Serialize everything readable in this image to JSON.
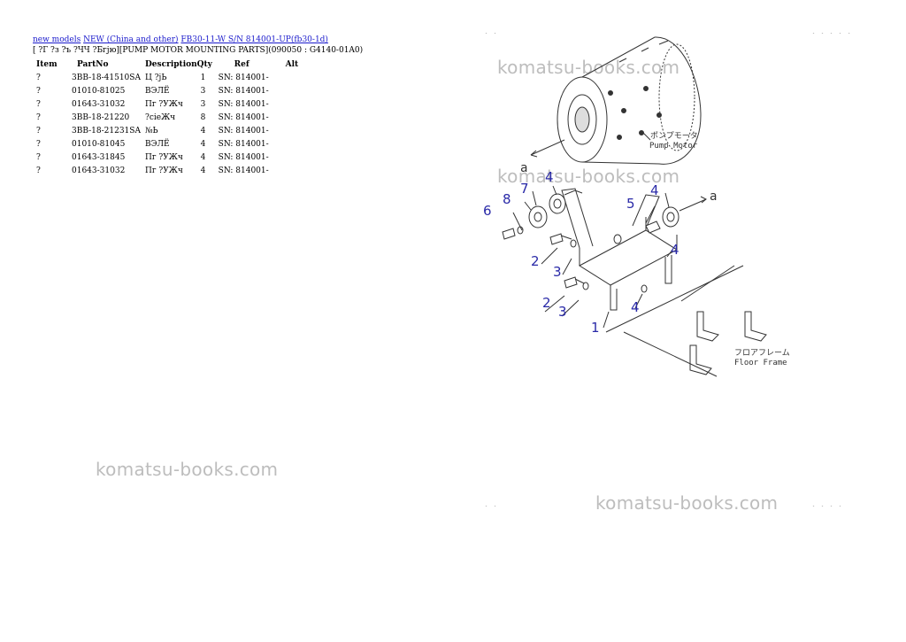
{
  "breadcrumbs": [
    "new models",
    "NEW (China and other)",
    "FB30-11-W S/N 814001-UP(fb30-1d)"
  ],
  "heading": "[ ?Г ?з ?ъ ?ЧЧ ?Бгјю][PUMP MOTOR MOUNTING PARTS](090050 : G4140-01A0)",
  "table": {
    "headers": [
      "Item",
      "PartNo",
      "Description",
      "Qty",
      "Ref",
      "Alt"
    ],
    "rows": [
      [
        "?",
        "3BB-18-41510SA",
        "Ц ?јЬ",
        "1",
        "SN: 814001-",
        ""
      ],
      [
        "?",
        "01010-81025",
        "ВЭЛЁ",
        "3",
        "SN: 814001-",
        ""
      ],
      [
        "?",
        "01643-31032",
        "Пг ?УЖч",
        "3",
        "SN: 814001-",
        ""
      ],
      [
        "?",
        "3BB-18-21220",
        "?сіеЖч",
        "8",
        "SN: 814001-",
        ""
      ],
      [
        "?",
        "3BB-18-21231SA",
        "№Ь",
        "4",
        "SN: 814001-",
        ""
      ],
      [
        "?",
        "01010-81045",
        "ВЭЛЁ",
        "4",
        "SN: 814001-",
        ""
      ],
      [
        "?",
        "01643-31845",
        "Пг ?УЖч",
        "4",
        "SN: 814001-",
        ""
      ],
      [
        "?",
        "01643-31032",
        "Пг ?УЖч",
        "4",
        "SN: 814001-",
        ""
      ]
    ]
  },
  "watermark": "komatsu-books.com",
  "diagram": {
    "labels": {
      "pump_jp": "ポンプモータ",
      "pump_en": "Pump Motor",
      "floor_jp": "フロアフレーム",
      "floor_en": "Floor Frame",
      "arrow_a": "a"
    },
    "callouts": [
      "1",
      "2",
      "2",
      "3",
      "3",
      "4",
      "4",
      "4",
      "4",
      "5",
      "6",
      "7",
      "8"
    ],
    "corner_marks": [
      "- -",
      "- - - - -",
      "- -",
      "- - - -"
    ]
  }
}
